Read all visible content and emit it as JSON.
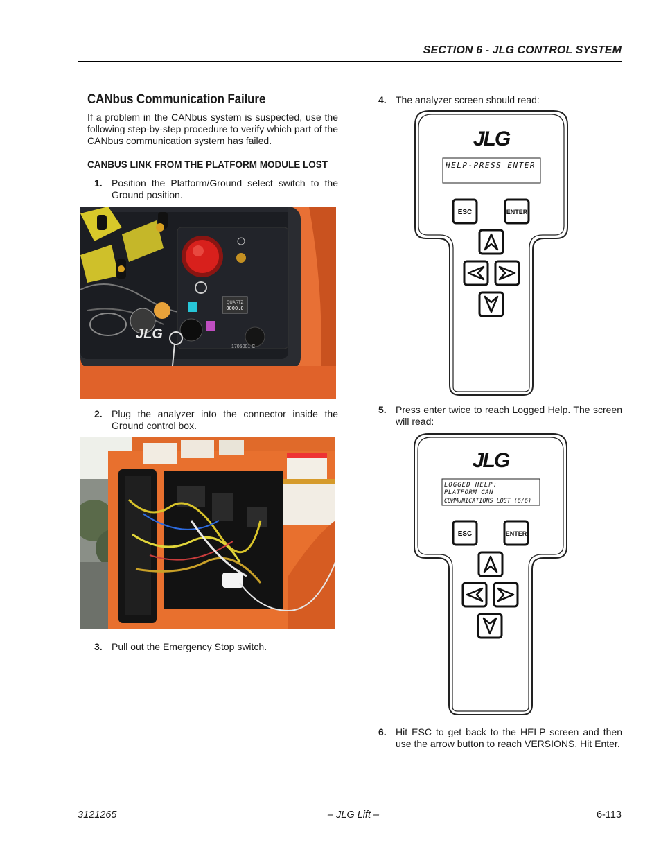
{
  "header": {
    "section": "SECTION 6 - JLG CONTROL SYSTEM"
  },
  "title": "CANbus Communication Failure",
  "intro": "If a problem in the CANbus system is suspected, use the following step-by-step procedure to verify which part of the CANbus communication system has failed.",
  "subheading": "CANBUS LINK FROM THE PLATFORM MODULE LOST",
  "steps": [
    {
      "num": "1.",
      "text": "Position the Platform/Ground select switch to the Ground position."
    },
    {
      "num": "2.",
      "text": "Plug the analyzer into the connector inside the Ground control box."
    },
    {
      "num": "3.",
      "text": "Pull out the Emergency Stop switch."
    },
    {
      "num": "4.",
      "text": "The analyzer screen should read:"
    },
    {
      "num": "5.",
      "text": "Press enter twice to reach Logged Help. The screen will read:"
    },
    {
      "num": "6.",
      "text": "Hit ESC to get back to the HELP screen and then use the arrow button to reach VERSIONS. Hit Enter."
    }
  ],
  "panel_photo": {
    "model_label": "1705001 C",
    "meter_label": "QUARTZ"
  },
  "analyzer1": {
    "logo": "JLG",
    "lcd": [
      "HELP-PRESS ENTER"
    ],
    "esc_label": "ESC",
    "enter_label": "ENTER"
  },
  "analyzer2": {
    "logo": "JLG",
    "lcd": [
      "LOGGED HELP:",
      "PLATFORM CAN",
      "COMMUNICATIONS LOST (6/6)"
    ],
    "esc_label": "ESC",
    "enter_label": "ENTER"
  },
  "footer": {
    "doc_number": "3121265",
    "center": "– JLG Lift –",
    "page": "6-113"
  },
  "colors": {
    "machine_orange": "#e0622a",
    "estop_red": "#d8201c",
    "panel_dark": "#1b1d22"
  }
}
